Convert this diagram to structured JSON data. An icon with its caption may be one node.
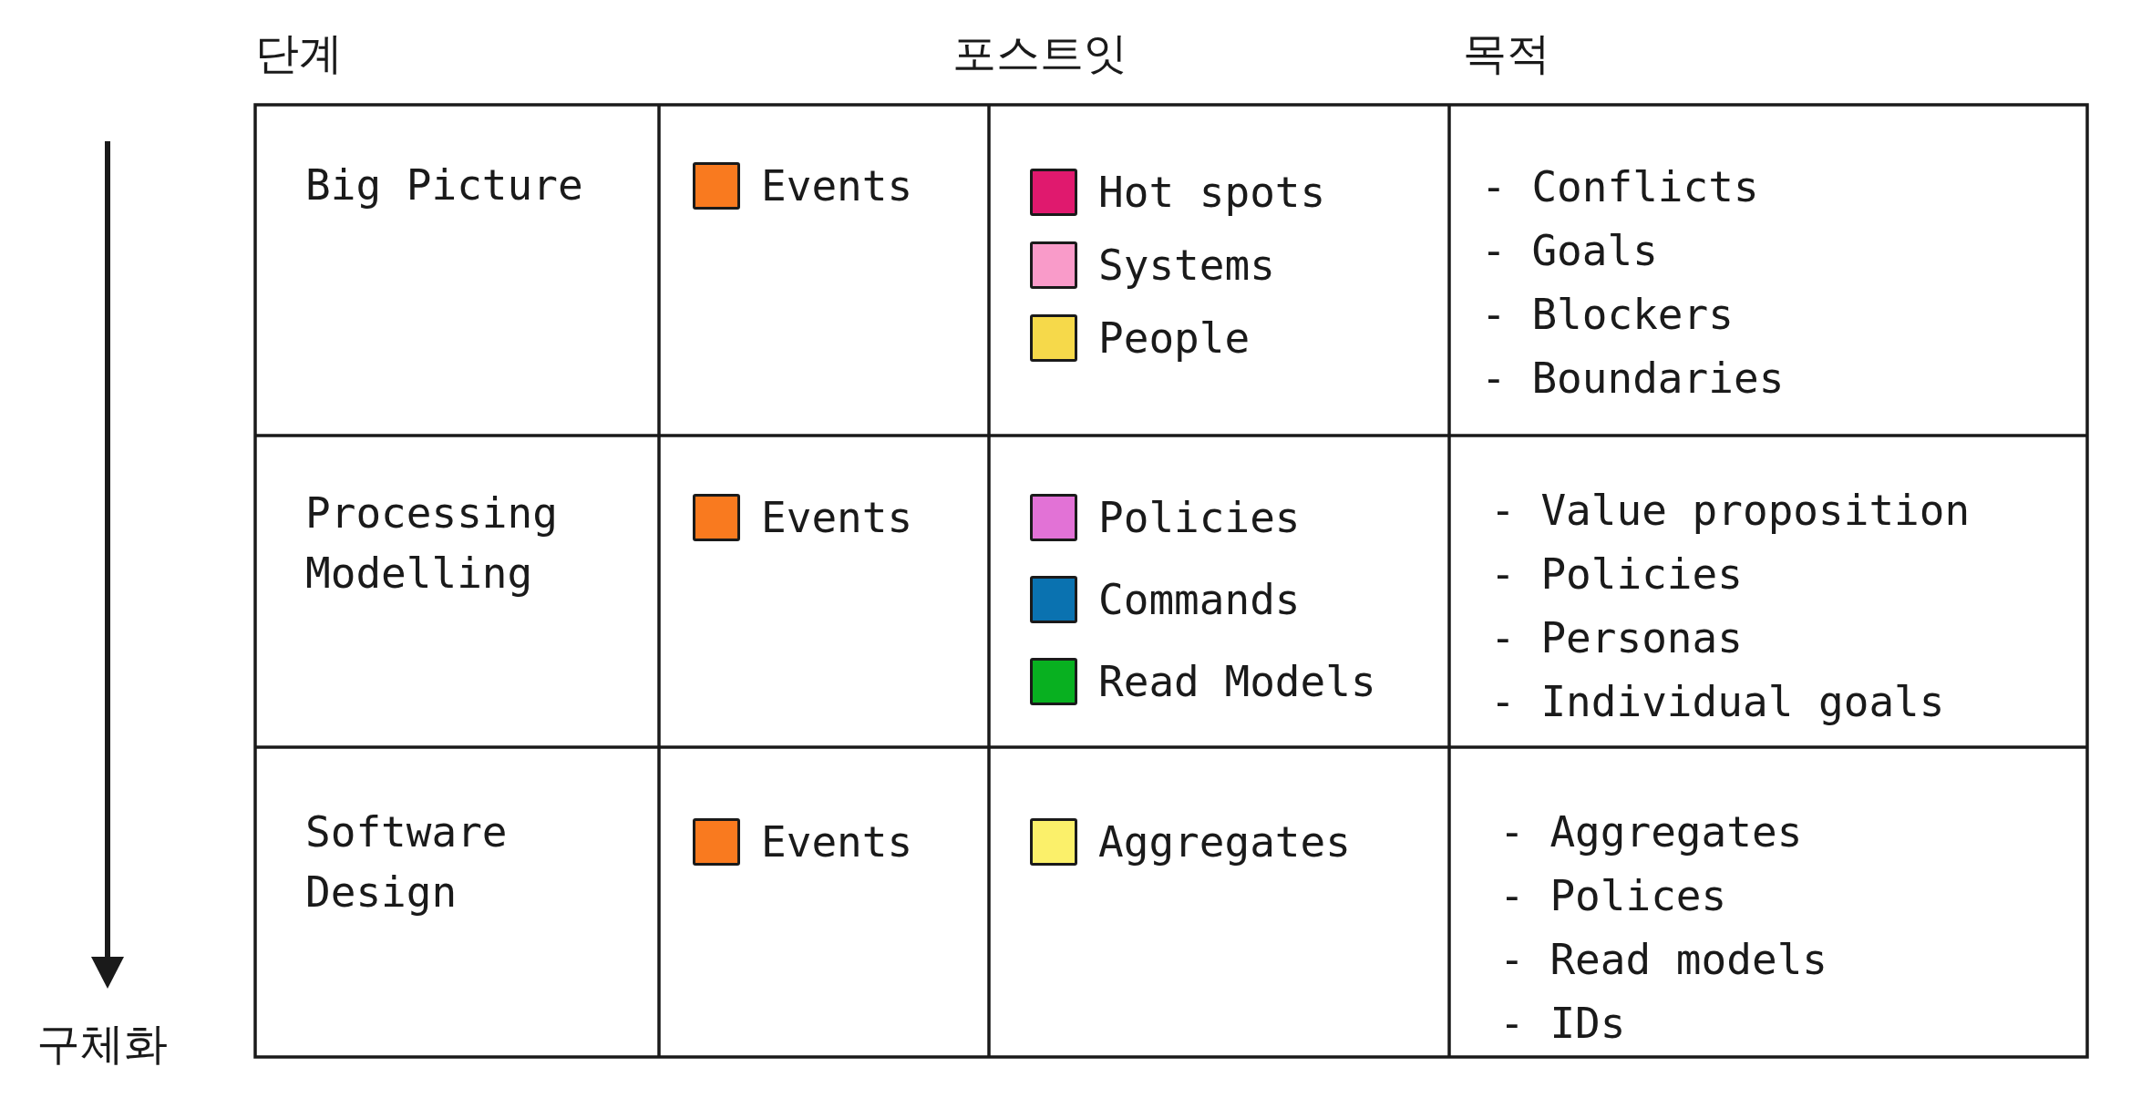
{
  "diagram": {
    "labels": [
      "단계",
      "포스트잇",
      "목적",
      "Big Picture",
      "- Conflicts",
      "- Goals",
      "- Blockers",
      "- Boundaries",
      "Processing Modelling",
      "- Value proposition",
      "- Policies",
      "- Personas",
      "- Individual goals",
      "Software Design",
      "- Aggregates",
      "- Polices",
      "- Read models",
      "- IDs",
      "구체화"
    ],
    "legend": [
      {
        "text": "Events",
        "color": "#f97a1f"
      },
      {
        "text": "Hot spots",
        "color": "#e0196e"
      },
      {
        "text": "Systems",
        "color": "#f99bc9"
      },
      {
        "text": "People",
        "color": "#f6d94a"
      },
      {
        "text": "Events",
        "color": "#f97a1f"
      },
      {
        "text": "Policies",
        "color": "#e272d6"
      },
      {
        "text": "Commands",
        "color": "#0a72b0"
      },
      {
        "text": "Read Models",
        "color": "#08b020"
      },
      {
        "text": "Events",
        "color": "#f97a1f"
      },
      {
        "text": "Aggregates",
        "color": "#fbf06a"
      }
    ]
  }
}
